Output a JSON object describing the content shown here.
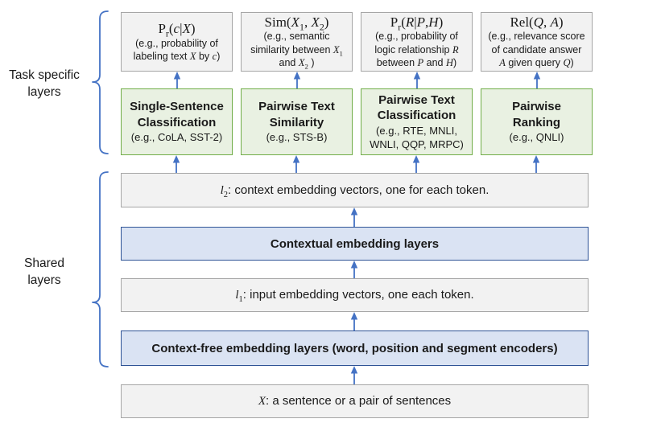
{
  "colors": {
    "arrow": "#4472C4",
    "brace": "#4472C4",
    "gray_fill": "#F2F2F2",
    "gray_border": "#A6A6A6",
    "green_fill": "#E9F1E2",
    "green_border": "#70AD47",
    "blue_fill": "#DAE3F3",
    "blue_border": "#2E5396"
  },
  "side_labels": {
    "task_specific": [
      "Task specific",
      "layers"
    ],
    "shared": [
      "Shared",
      "layers"
    ]
  },
  "columns": [
    {
      "formula": [
        [
          {
            "t": "P",
            "m": 1
          },
          {
            "t": "r",
            "m": 1,
            "sub": 1
          },
          {
            "t": "(",
            "m": 1
          },
          {
            "t": "c",
            "m": 1,
            "i": 1
          },
          {
            "t": "|",
            "m": 1
          },
          {
            "t": "X",
            "m": 1,
            "i": 1
          },
          {
            "t": ")",
            "m": 1
          }
        ]
      ],
      "formula_note": [
        [
          "(e.g., probability of"
        ],
        [
          "labeling text ",
          {
            "t": "X",
            "m": 1,
            "i": 1
          },
          {
            "t": " by "
          },
          {
            "t": "c",
            "m": 1,
            "i": 1
          },
          {
            "t": ")"
          }
        ]
      ],
      "task_title": [
        "Single-Sentence",
        "Classification"
      ],
      "task_note": [
        "(e.g., CoLA, SST-2)"
      ]
    },
    {
      "formula": [
        [
          {
            "t": "Sim(",
            "m": 1
          },
          {
            "t": "X",
            "m": 1,
            "i": 1
          },
          {
            "t": "1",
            "m": 1,
            "sub": 1
          },
          {
            "t": ", ",
            "m": 1
          },
          {
            "t": "X",
            "m": 1,
            "i": 1
          },
          {
            "t": "2",
            "m": 1,
            "sub": 1
          },
          {
            "t": ")",
            "m": 1
          }
        ]
      ],
      "formula_note": [
        [
          "(e.g., semantic"
        ],
        [
          "similarity between ",
          {
            "t": "X",
            "m": 1,
            "i": 1
          },
          {
            "t": "1",
            "m": 1,
            "sub": 1
          }
        ],
        [
          "and ",
          {
            "t": "X",
            "m": 1,
            "i": 1
          },
          {
            "t": "2",
            "m": 1,
            "sub": 1
          },
          {
            "t": " )"
          }
        ]
      ],
      "task_title": [
        "Pairwise Text",
        "Similarity"
      ],
      "task_note": [
        "(e.g., STS-B)"
      ]
    },
    {
      "formula": [
        [
          {
            "t": "P",
            "m": 1
          },
          {
            "t": "r",
            "m": 1,
            "sub": 1
          },
          {
            "t": "(",
            "m": 1
          },
          {
            "t": "R",
            "m": 1,
            "i": 1
          },
          {
            "t": "|",
            "m": 1
          },
          {
            "t": "P",
            "m": 1,
            "i": 1
          },
          {
            "t": ",",
            "m": 1
          },
          {
            "t": "H",
            "m": 1,
            "i": 1
          },
          {
            "t": ")",
            "m": 1
          }
        ]
      ],
      "formula_note": [
        [
          "(e.g., probability of"
        ],
        [
          "logic relationship ",
          {
            "t": "R",
            "m": 1,
            "i": 1
          }
        ],
        [
          "between ",
          {
            "t": "P",
            "m": 1,
            "i": 1
          },
          {
            "t": " and "
          },
          {
            "t": "H",
            "m": 1,
            "i": 1
          },
          {
            "t": ")"
          }
        ]
      ],
      "task_title": [
        "Pairwise Text",
        "Classification"
      ],
      "task_note": [
        "(e.g., RTE, MNLI,",
        "WNLI, QQP, MRPC)"
      ]
    },
    {
      "formula": [
        [
          {
            "t": "Rel(",
            "m": 1
          },
          {
            "t": "Q",
            "m": 1,
            "i": 1
          },
          {
            "t": ", ",
            "m": 1
          },
          {
            "t": "A",
            "m": 1,
            "i": 1
          },
          {
            "t": ")",
            "m": 1
          }
        ]
      ],
      "formula_note": [
        [
          "(e.g., relevance score"
        ],
        [
          "of candidate answer"
        ],
        [
          {
            "t": "A",
            "m": 1,
            "i": 1
          },
          {
            "t": " given query "
          },
          {
            "t": "Q",
            "m": 1,
            "i": 1
          },
          {
            "t": ")"
          }
        ]
      ],
      "task_title": [
        "Pairwise",
        "Ranking"
      ],
      "task_note": [
        "(e.g., QNLI)"
      ]
    }
  ],
  "rows": {
    "l2": [
      [
        {
          "t": "l",
          "m": 1,
          "i": 1
        },
        {
          "t": "2",
          "m": 1,
          "sub": 1
        },
        {
          "t": ": context embedding vectors, one for each token."
        }
      ]
    ],
    "contextual": "Contextual embedding layers",
    "l1": [
      [
        {
          "t": "l",
          "m": 1,
          "i": 1
        },
        {
          "t": "1",
          "m": 1,
          "sub": 1
        },
        {
          "t": ": input embedding vectors, one each token."
        }
      ]
    ],
    "context_free": "Context-free embedding layers (word, position and segment encoders)",
    "input": [
      [
        {
          "t": "X",
          "m": 1,
          "i": 1
        },
        {
          "t": ": a sentence or a pair of sentences"
        }
      ]
    ]
  }
}
